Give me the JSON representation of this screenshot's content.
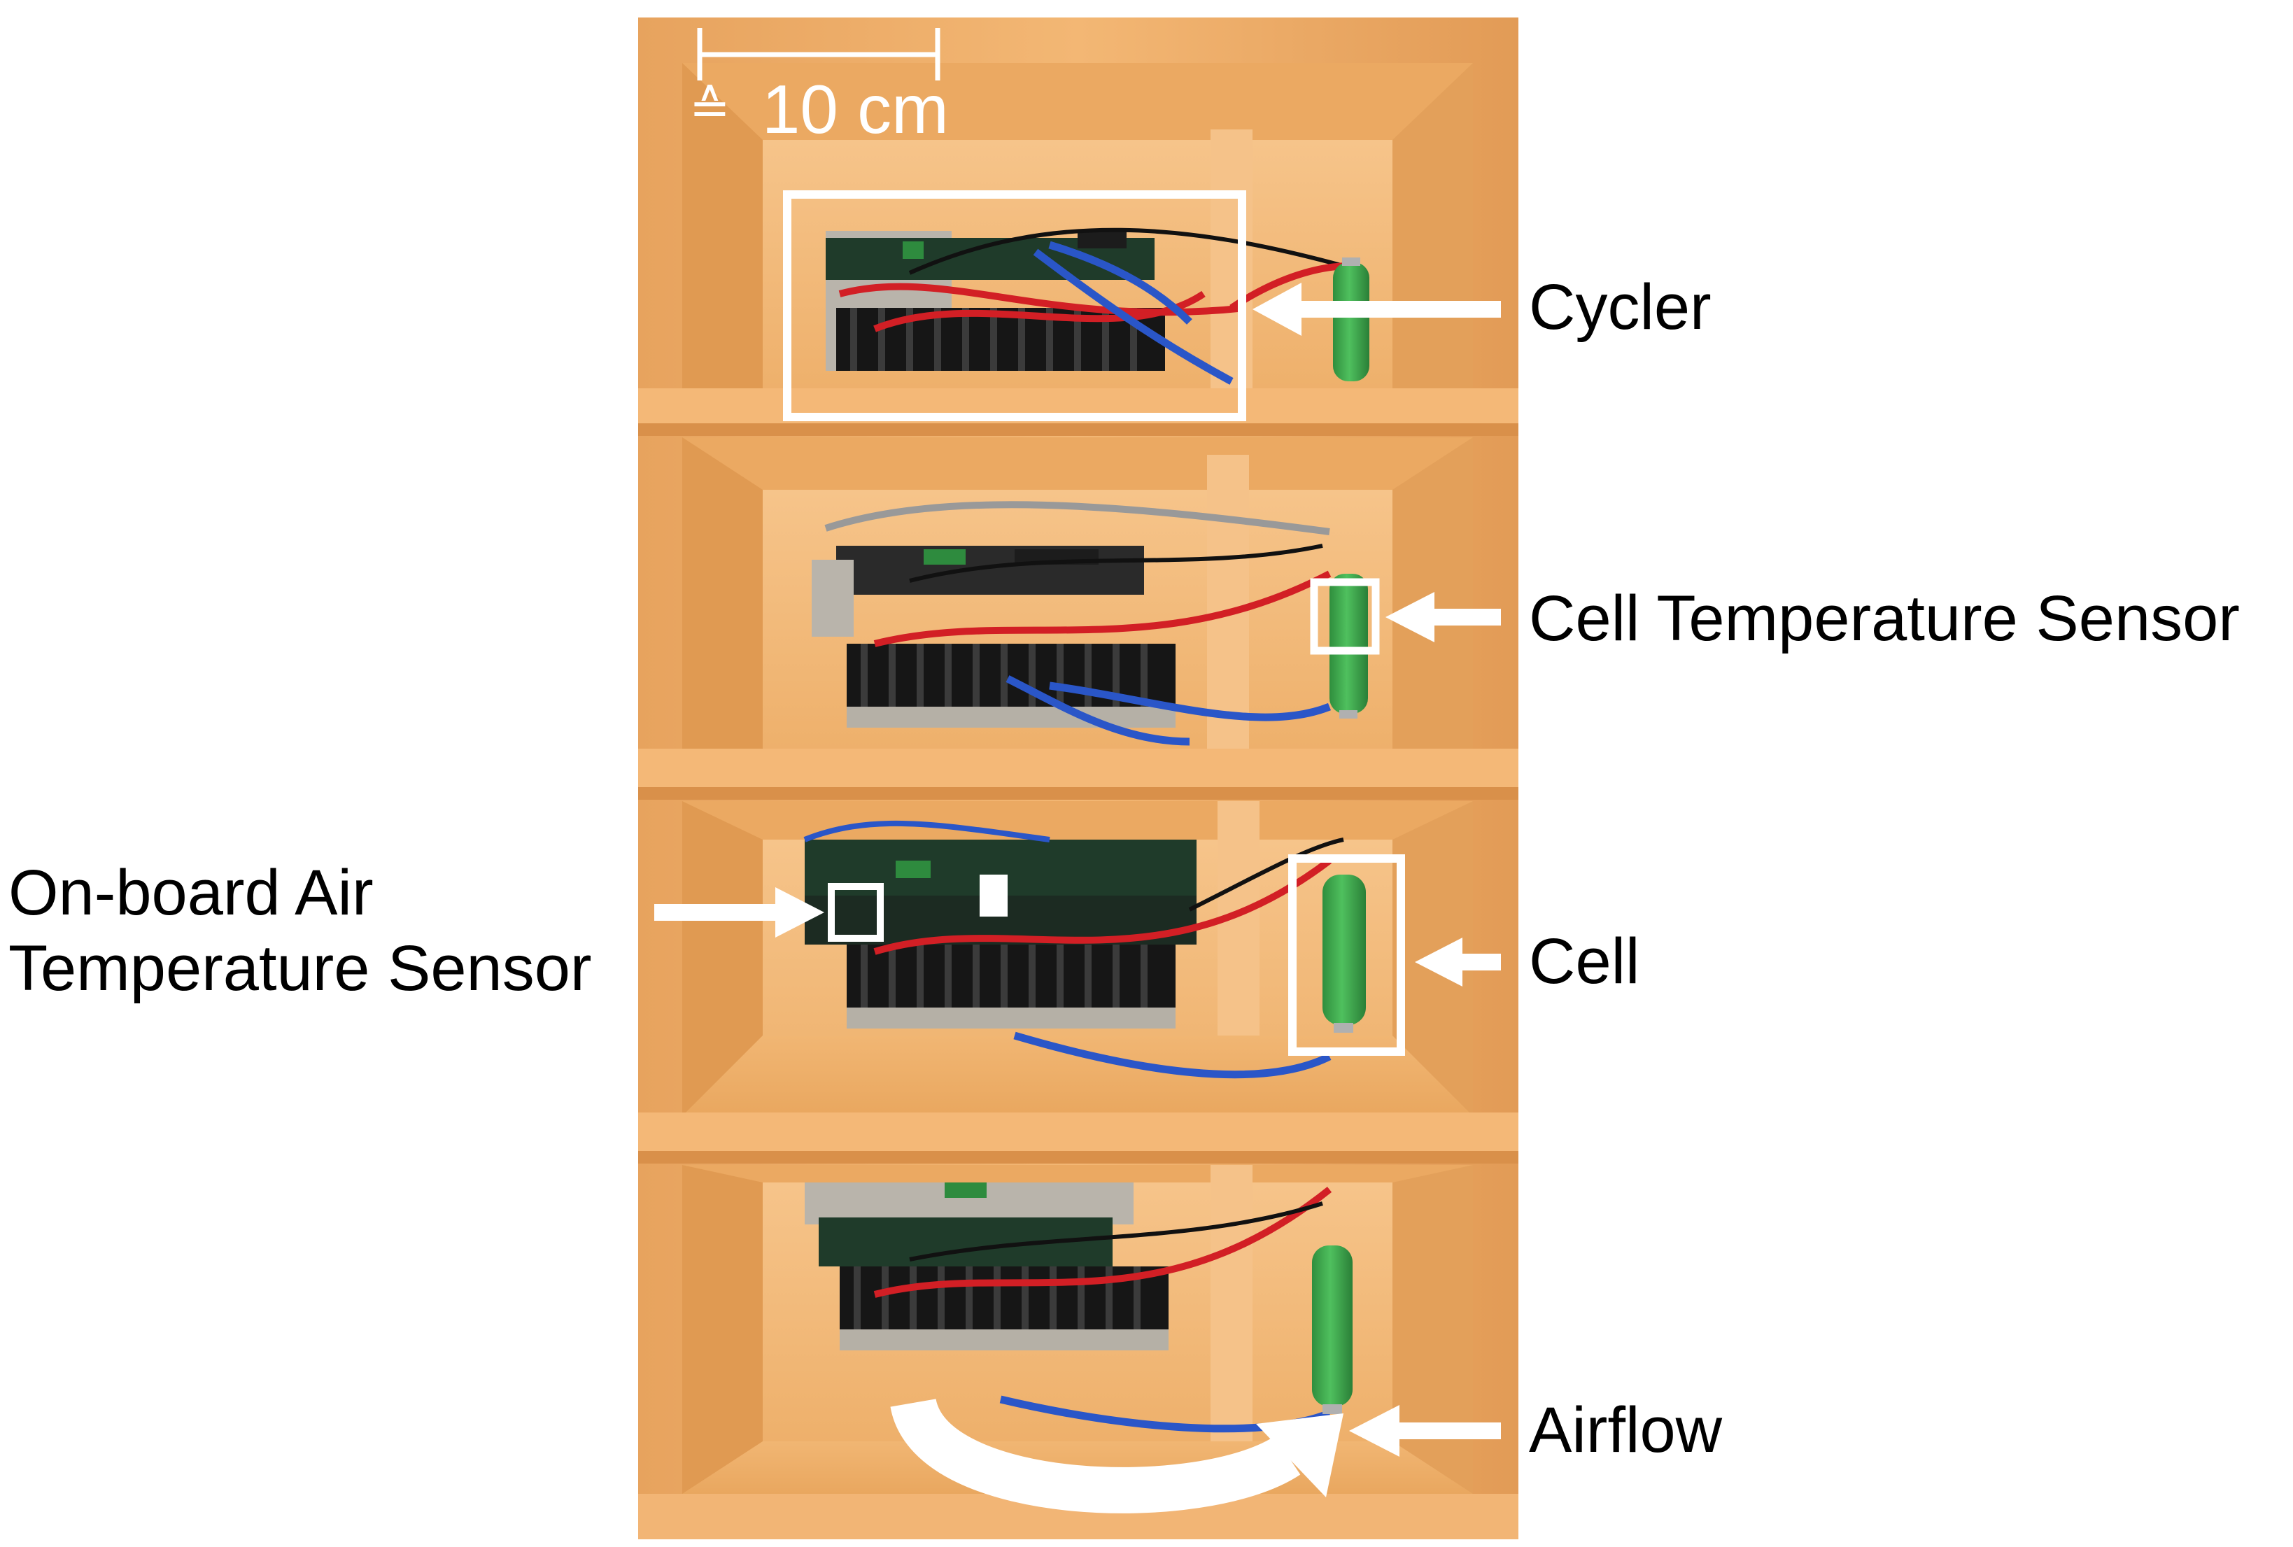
{
  "scale_bar": {
    "symbol": "≙",
    "value": "10 cm"
  },
  "labels": {
    "cycler": "Cycler",
    "cell_temperature_sensor": "Cell Temperature Sensor",
    "onboard_air_sensor_line1": "On-board Air",
    "onboard_air_sensor_line2": "Temperature Sensor",
    "cell": "Cell",
    "airflow": "Airflow"
  },
  "colors": {
    "foam": "#f2b06a",
    "foam_dark": "#d98f45",
    "foam_light": "#f7c58a",
    "annotation": "#ffffff",
    "cell_green": "#3aa54a",
    "wire_red": "#d21f25",
    "wire_blue": "#2a56c8",
    "heatsink": "#1a1a1a",
    "label_text": "#000000"
  }
}
